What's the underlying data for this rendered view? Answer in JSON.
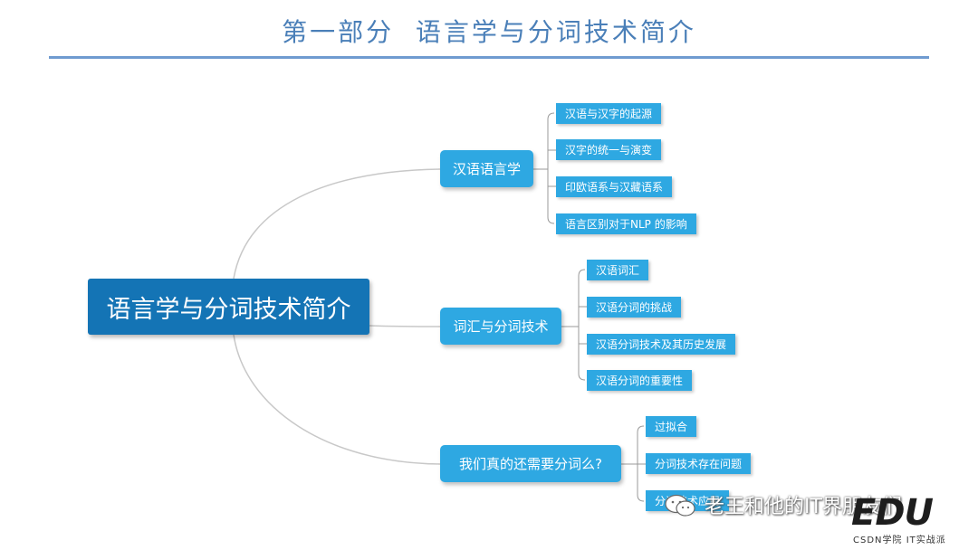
{
  "title": "第一部分  语言学与分词技术简介",
  "root": "语言学与分词技术简介",
  "branches": [
    {
      "label": "汉语语言学",
      "leaves": [
        "汉语与汉字的起源",
        "汉字的统一与演变",
        "印欧语系与汉藏语系",
        "语言区别对于NLP 的影响"
      ]
    },
    {
      "label": "词汇与分词技术",
      "leaves": [
        "汉语词汇",
        "汉语分词的挑战",
        "汉语分词技术及其历史发展",
        "汉语分词的重要性"
      ]
    },
    {
      "label": "我们真的还需要分词么?",
      "leaves": [
        "过拟合",
        "分词技术存在问题",
        "分词技术应用"
      ]
    }
  ],
  "watermark": {
    "text": "老王和他的IT界朋友们",
    "brand": "EDU",
    "brand_sub": "CSDN学院  IT实战派"
  },
  "colors": {
    "root": "#1474b5",
    "node": "#2ea8e2",
    "title": "#4a7fb8",
    "rule": "#6f9bd0",
    "connector": "#c8c8c8"
  }
}
